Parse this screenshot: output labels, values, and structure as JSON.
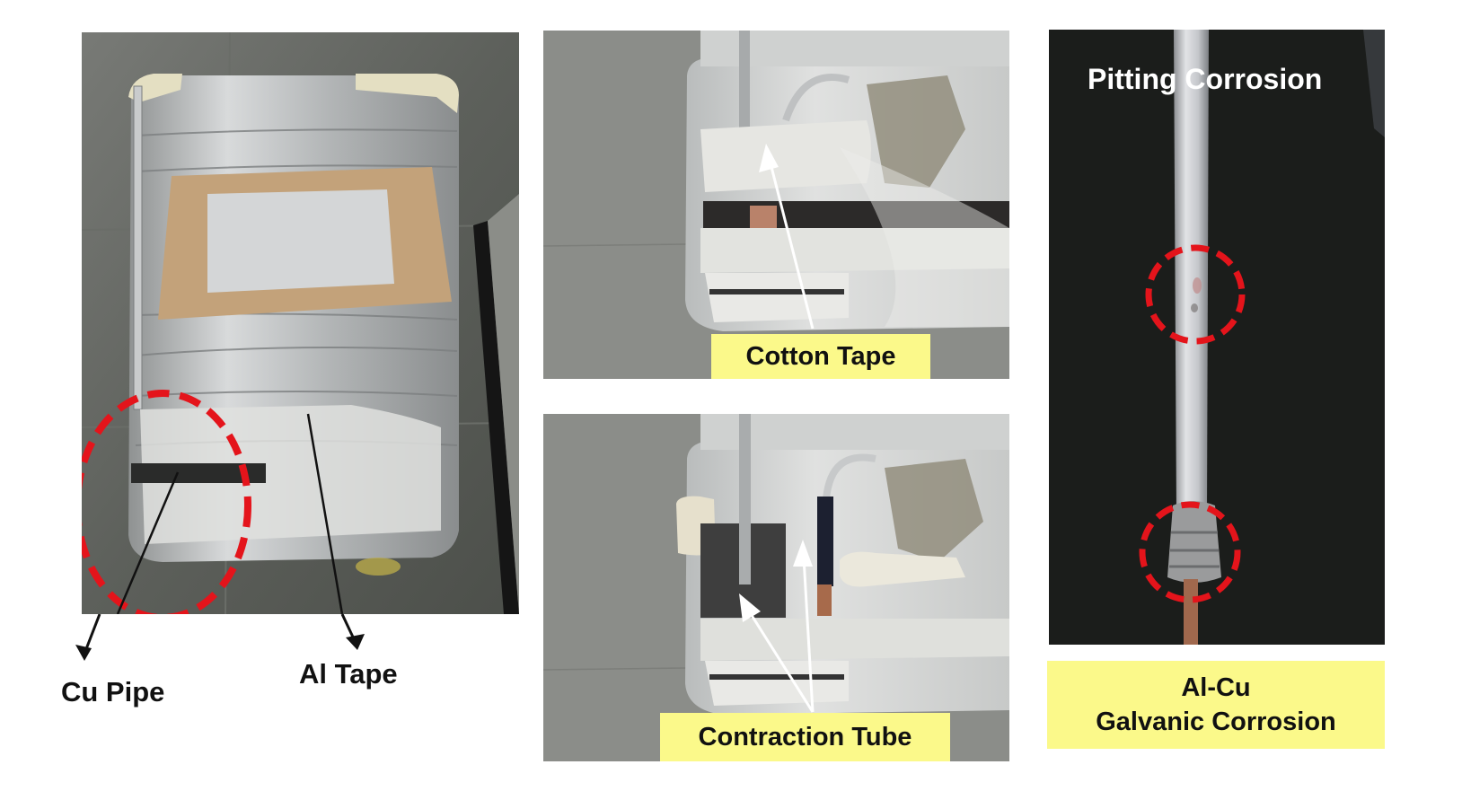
{
  "figure": {
    "panels": [
      {
        "id": "overview",
        "description": "Tank wrapped in Al tape with Cu pipe, red dashed circle marking joint area",
        "annotations": [
          {
            "text": "Cu Pipe",
            "arrow_color": "#111111"
          },
          {
            "text": "Al Tape",
            "arrow_color": "#111111"
          }
        ]
      },
      {
        "id": "cotton-tape-detail",
        "description": "Close-up of joint wrapped in cotton tape",
        "annotations": [
          {
            "text": "Cotton Tape",
            "arrow_color": "#ffffff"
          }
        ]
      },
      {
        "id": "contraction-tube-detail",
        "description": "Close-up of joint with contraction tube",
        "annotations": [
          {
            "text": "Contraction Tube",
            "arrow_color": "#ffffff"
          }
        ]
      },
      {
        "id": "corrosion-detail",
        "description": "Pipe showing pitting and galvanic corrosion marked by red dashed circles",
        "title": "Pitting Corrosion",
        "caption_line1": "Al-Cu",
        "caption_line2": "Galvanic Corrosion"
      }
    ],
    "colors": {
      "highlight_circle": "#e4141b",
      "label_background": "#fbf98a",
      "text": "#111111",
      "dark_background": "#1b1d1b"
    }
  }
}
